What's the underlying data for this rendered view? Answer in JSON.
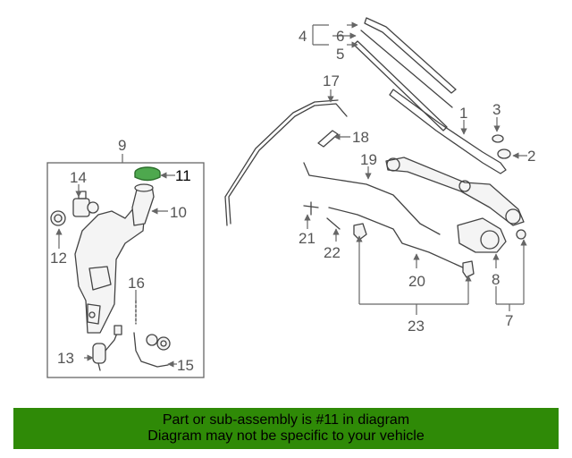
{
  "callouts": {
    "c1": "1",
    "c2": "2",
    "c3": "3",
    "c4": "4",
    "c5": "5",
    "c6": "6",
    "c7": "7",
    "c8": "8",
    "c9": "9",
    "c10": "10",
    "c11": "11",
    "c12": "12",
    "c13": "13",
    "c14": "14",
    "c15": "15",
    "c16": "16",
    "c17": "17",
    "c18": "18",
    "c19": "19",
    "c20": "20",
    "c21": "21",
    "c22": "22",
    "c23": "23"
  },
  "banner": {
    "line1": "Part or sub-assembly is #11 in diagram",
    "line2": "Diagram may not be specific to your vehicle"
  },
  "colors": {
    "banner": "#2f8a07",
    "highlight": "#4ea84e"
  }
}
